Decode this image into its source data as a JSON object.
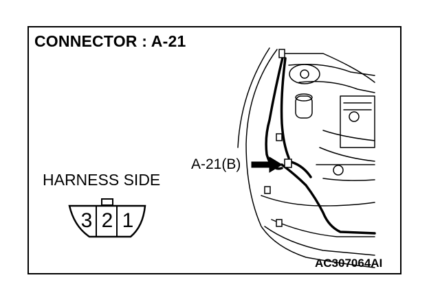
{
  "diagram": {
    "title": "CONNECTOR : A-21",
    "harness_side_label": "HARNESS SIDE",
    "connector_pins": [
      "3",
      "2",
      "1"
    ],
    "callout_label": "A-21(B)",
    "figure_id": "AC307064AI"
  }
}
